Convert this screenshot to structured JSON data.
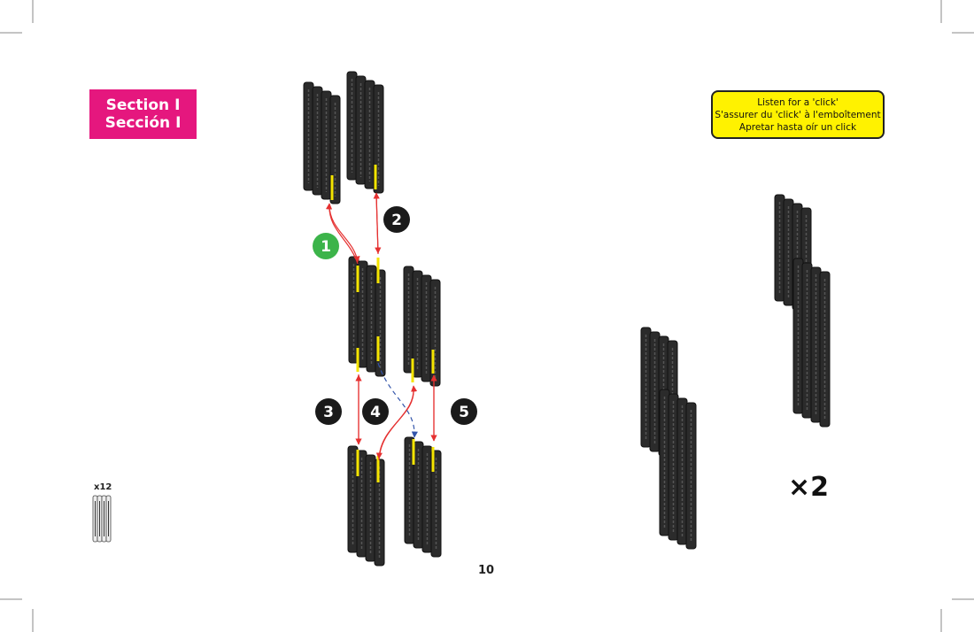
{
  "section": {
    "line1": "Section I",
    "line2": "Sección I"
  },
  "notice": {
    "en": "Listen for a 'click'",
    "fr": "S'assurer du 'click' à l'emboîtement",
    "es": "Apretar hasta oír un click"
  },
  "parts": {
    "quantity": "x12"
  },
  "steps": [
    "1",
    "2",
    "3",
    "4",
    "5"
  ],
  "result": {
    "multiplier": "×2"
  },
  "page_number": "10",
  "colors": {
    "section": "#e5177e",
    "notice": "#fff200",
    "step_active": "#3cb44a",
    "step": "#1a1a1a",
    "arrow": "#e53030",
    "arrow_dashed": "#3355aa",
    "marker": "#f5e400",
    "piece": "#2b2b2b"
  }
}
